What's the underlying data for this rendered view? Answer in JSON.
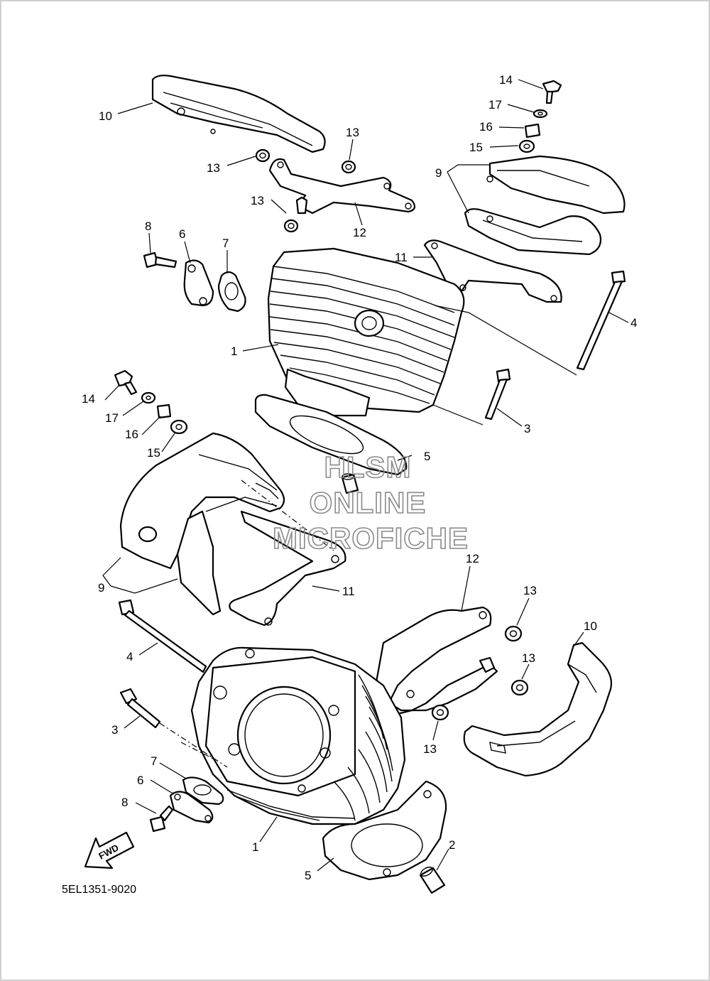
{
  "diagram": {
    "part_code": "5EL1351-9020",
    "direction_label": "FWD",
    "watermark": [
      "HLSM",
      "ONLINE",
      "MICROFICHE"
    ],
    "callouts": [
      "1",
      "1",
      "2",
      "3",
      "3",
      "4",
      "4",
      "5",
      "5",
      "6",
      "6",
      "7",
      "7",
      "8",
      "8",
      "9",
      "9",
      "10",
      "10",
      "11",
      "11",
      "12",
      "12",
      "13",
      "13",
      "13",
      "13",
      "13",
      "13",
      "14",
      "14",
      "15",
      "15",
      "16",
      "16",
      "17",
      "17"
    ]
  }
}
